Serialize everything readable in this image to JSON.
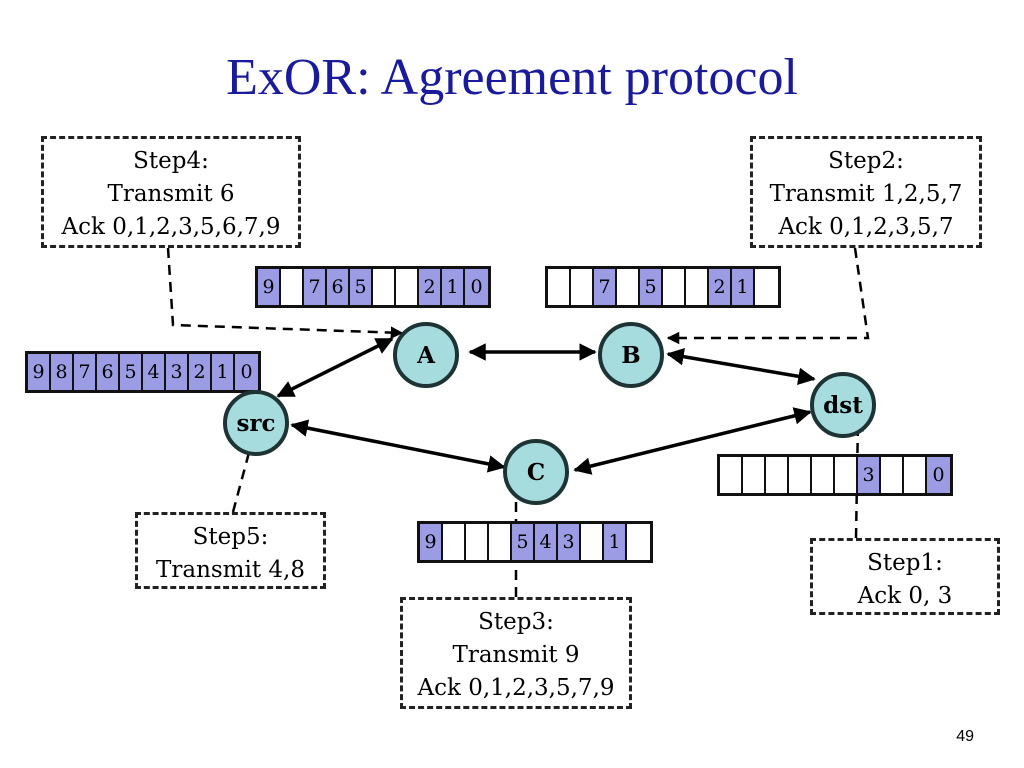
{
  "title": "ExOR: Agreement protocol",
  "page_number": "49",
  "colors": {
    "title": "#1a1a9c",
    "node_fill": "#a7dcdf",
    "filled_cell": "#9c9ce4"
  },
  "nodes": {
    "src": "src",
    "a": "A",
    "b": "B",
    "c": "C",
    "dst": "dst"
  },
  "buffers": {
    "src": [
      "9",
      "8",
      "7",
      "6",
      "5",
      "4",
      "3",
      "2",
      "1",
      "0"
    ],
    "a": [
      "9",
      "",
      "7",
      "6",
      "5",
      "",
      "",
      "2",
      "1",
      "0"
    ],
    "b": [
      "",
      "",
      "7",
      "",
      "5",
      "",
      "",
      "2",
      "1",
      ""
    ],
    "c": [
      "9",
      "",
      "",
      "",
      "5",
      "4",
      "3",
      "",
      "1",
      ""
    ],
    "dst": [
      "",
      "",
      "",
      "",
      "",
      "",
      "3",
      "",
      "",
      "0"
    ]
  },
  "steps": {
    "step1": {
      "label": "Step1:",
      "line2": "Ack 0, 3"
    },
    "step2": {
      "label": "Step2:",
      "line2": "Transmit 1,2,5,7",
      "line3": "Ack 0,1,2,3,5,7"
    },
    "step3": {
      "label": "Step3:",
      "line2": "Transmit 9",
      "line3": "Ack 0,1,2,3,5,7,9"
    },
    "step4": {
      "label": "Step4:",
      "line2": "Transmit 6",
      "line3": "Ack 0,1,2,3,5,6,7,9"
    },
    "step5": {
      "label": "Step5:",
      "line2": "Transmit 4,8"
    }
  }
}
